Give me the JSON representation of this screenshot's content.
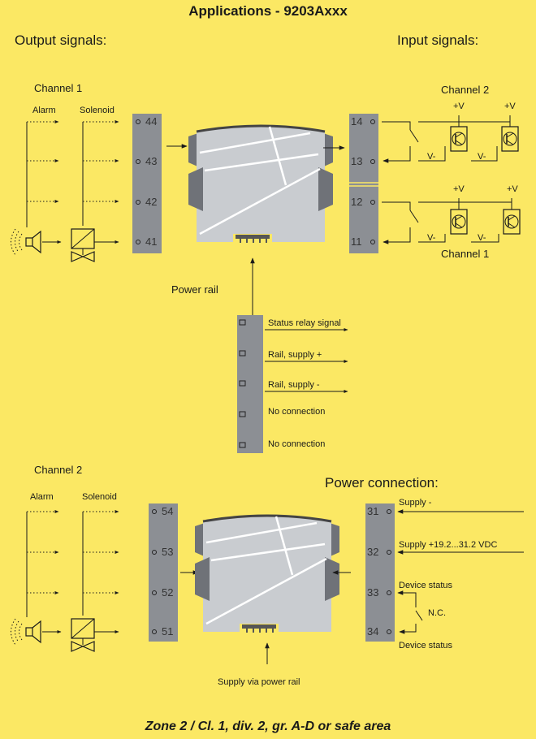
{
  "title": "Applications - 9203Axxx",
  "headings": {
    "output": "Output signals:",
    "input": "Input signals:",
    "power": "Power connection:"
  },
  "channels": {
    "out_top": "Channel 1",
    "in_top": "Channel 2",
    "in_bottom": "Channel 1",
    "out_bottom": "Channel 2"
  },
  "column_labels": {
    "alarm": "Alarm",
    "solenoid": "Solenoid"
  },
  "terminals": {
    "top_left": [
      "44",
      "43",
      "42",
      "41"
    ],
    "top_right": [
      "14",
      "13",
      "12",
      "11"
    ],
    "bottom_left": [
      "54",
      "53",
      "52",
      "51"
    ],
    "bottom_right": [
      "31",
      "32",
      "33",
      "34"
    ]
  },
  "sensor_labels": {
    "plus_v": "+V",
    "minus_v": "V-"
  },
  "power_rail": {
    "label": "Power rail",
    "signals": [
      "Status relay signal",
      "Rail, supply +",
      "Rail, supply -",
      "No connection",
      "No connection"
    ]
  },
  "power_connection": {
    "supply_minus": "Supply -",
    "supply_plus": "Supply +19.2...31.2 VDC",
    "device_status_1": "Device status",
    "nc": "N.C.",
    "device_status_2": "Device status"
  },
  "supply_via_rail": "Supply via power rail",
  "footer": "Zone 2 / Cl. 1, div. 2, gr. A-D or safe area"
}
